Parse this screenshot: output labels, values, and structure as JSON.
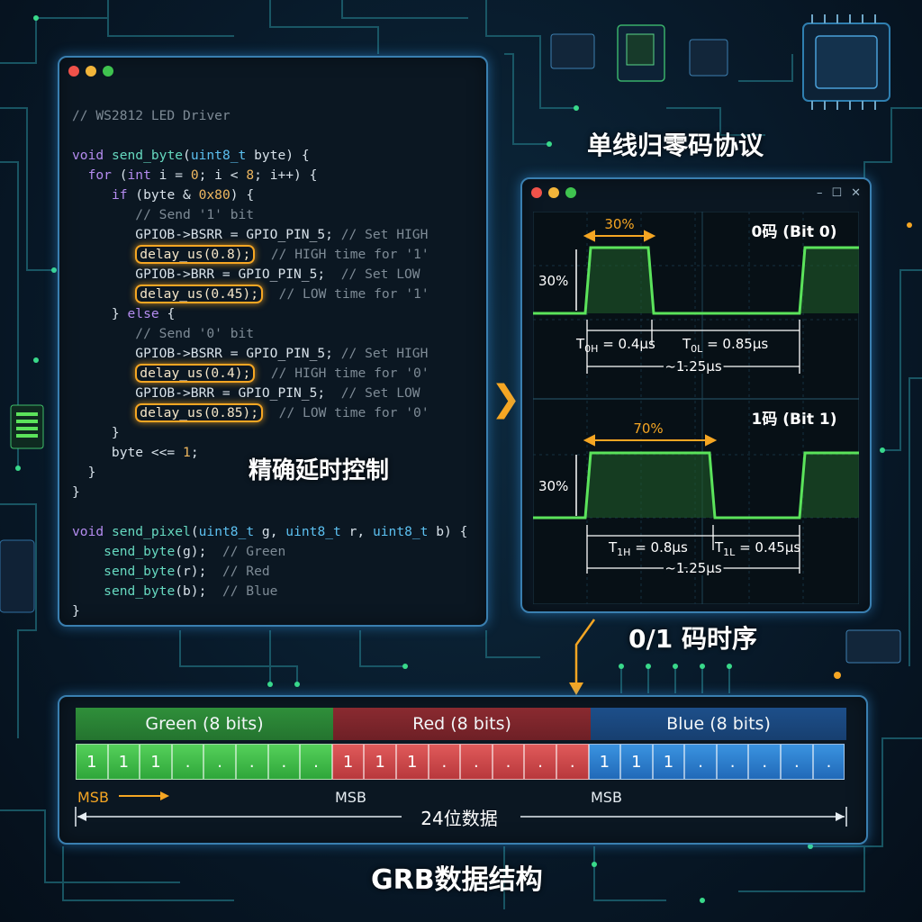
{
  "code_window": {
    "lines": [
      "// WS2812 LED Driver",
      "",
      "void send_byte(uint8_t byte) {",
      "  for (int i = 0; i < 8; i++) {",
      "     if (byte & 0x80) {",
      "        // Send '1' bit",
      "        GPIOB->BSRR = GPIO_PIN_5; // Set HIGH",
      "        delay_us(0.8);  // HIGH time for '1'",
      "        GPIOB->BRR = GPIO_PIN_5;  // Set LOW",
      "        delay_us(0.45);  // LOW time for '1'",
      "     } else {",
      "        // Send '0' bit",
      "        GPIOB->BSRR = GPIO_PIN_5; // Set HIGH",
      "        delay_us(0.4);  // HIGH time for '0'",
      "        GPIOB->BRR = GPIO_PIN_5;  // Set LOW",
      "        delay_us(0.85);  // LOW time for '0'",
      "     }",
      "     byte <<= 1;",
      "  }",
      "}",
      "",
      "void send_pixel(uint8_t g, uint8_t r, uint8_t b) {",
      "    send_byte(g);  // Green",
      "    send_byte(r);  // Red",
      "    send_byte(b);  // Blue",
      "}"
    ],
    "highlighted_calls": [
      "delay_us(0.8);",
      "delay_us(0.45);",
      "delay_us(0.4);",
      "delay_us(0.85);"
    ]
  },
  "labels": {
    "precise_delay": "精确延时控制",
    "protocol": "单线归零码协议",
    "timing": "0/1 码时序",
    "grb_structure": "GRB数据结构"
  },
  "timing_window": {
    "win_controls": [
      "–",
      "☐",
      "✕"
    ],
    "bit0": {
      "title": "0码 (Bit 0)",
      "duty": "30%",
      "amplitude": "30%",
      "zero": "0",
      "t_high_main": "T",
      "t_high_sub": "0H",
      "t_high_val": " = 0.4μs",
      "t_low_main": "T",
      "t_low_sub": "0L",
      "t_low_val": " = 0.85μs",
      "period": "~1.25μs"
    },
    "bit1": {
      "title": "1码 (Bit 1)",
      "duty": "70%",
      "amplitude": "30%",
      "zero": "0",
      "t_high_main": "T",
      "t_high_sub": "1H",
      "t_high_val": " = 0.8μs",
      "t_low_main": "T",
      "t_low_sub": "1L",
      "t_low_val": " = 0.45μs",
      "period": "~1.25μs"
    }
  },
  "grb": {
    "segments": [
      {
        "label": "Green (8 bits)",
        "bits": [
          "1",
          "1",
          "1",
          ".",
          ".",
          ".",
          ".",
          "."
        ],
        "color": "#2f8f3a"
      },
      {
        "label": "Red (8 bits)",
        "bits": [
          "1",
          "1",
          "1",
          ".",
          ".",
          ".",
          ".",
          "."
        ],
        "color": "#8a2a30"
      },
      {
        "label": "Blue (8 bits)",
        "bits": [
          "1",
          "1",
          "1",
          ".",
          ".",
          ".",
          ".",
          "."
        ],
        "color": "#1d4f8a"
      }
    ],
    "msb_labels": [
      "MSB",
      "MSB",
      "MSB"
    ],
    "total": "24位数据"
  },
  "colors": {
    "accent": "#f5a623",
    "signal": "#5be35b",
    "border": "#3a7fb0"
  }
}
